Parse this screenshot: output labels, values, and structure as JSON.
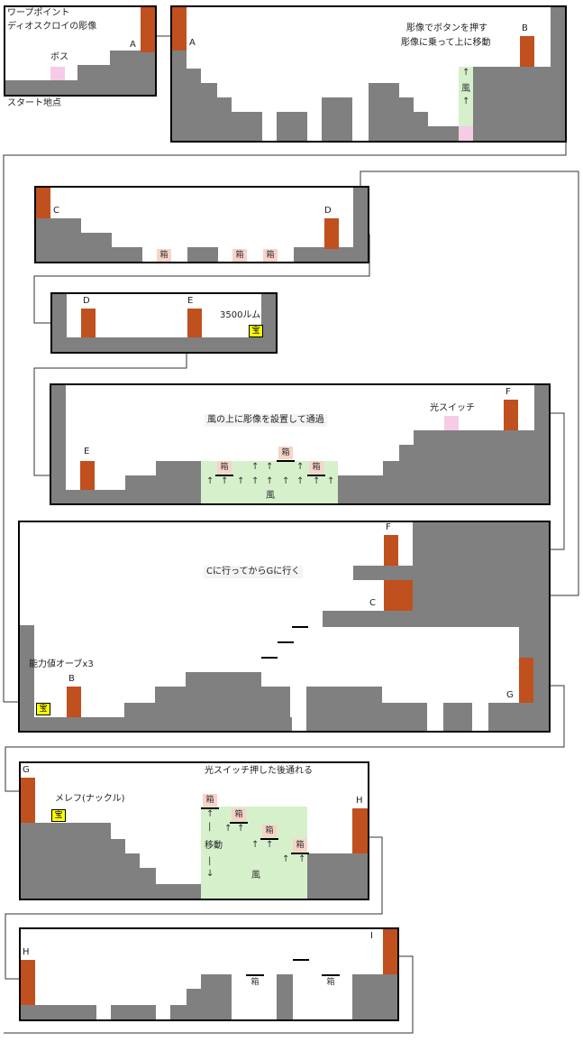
{
  "labels": {
    "warp_title": "ワープポイント",
    "warp_subtitle": "ディオスクロイの彫像",
    "boss": "ボス",
    "start": "スタート地点",
    "note1_line1": "彫像でボタンを押す",
    "note1_line2": "彫像に乗って上に移動",
    "wind": "風",
    "box": "箱",
    "treasure": "宝",
    "rum": "3500ルム",
    "light_switch": "光スイッチ",
    "wind_note": "風の上に彫像を設置して通過",
    "route_note": "Cに行ってからGに行く",
    "orb": "能力値オーブx3",
    "after_switch": "光スイッチ押した後通れる",
    "melef": "メレフ(ナックル)",
    "move": "移動",
    "up_arrow": "↑",
    "down_arrow": "↓",
    "dash": "|"
  },
  "points": {
    "a": "A",
    "b": "B",
    "c": "C",
    "d": "D",
    "e": "E",
    "f": "F",
    "g": "G",
    "h": "H",
    "i": "I"
  },
  "colors": {
    "wall": "#808080",
    "door": "#c0501e",
    "switch": "#f5cbe6",
    "wind": "#d6f0cc",
    "box": "#f7d3c8",
    "treasure": "#ffff00"
  }
}
